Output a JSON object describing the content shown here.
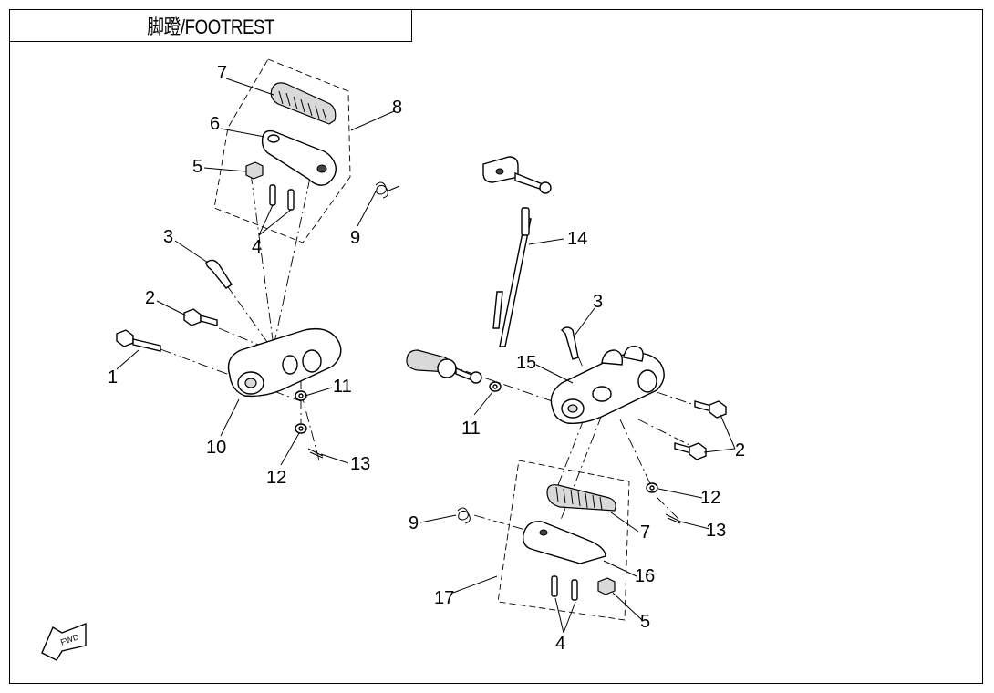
{
  "title": "脚蹬/FOOTREST",
  "fwd_badge": "FWD",
  "callouts": [
    {
      "id": "c7a",
      "label": "7"
    },
    {
      "id": "c6",
      "label": "6"
    },
    {
      "id": "c5a",
      "label": "5"
    },
    {
      "id": "c8",
      "label": "8"
    },
    {
      "id": "c9a",
      "label": "9"
    },
    {
      "id": "c4a",
      "label": "4"
    },
    {
      "id": "c3a",
      "label": "3"
    },
    {
      "id": "c2a",
      "label": "2"
    },
    {
      "id": "c1",
      "label": "1"
    },
    {
      "id": "c11a",
      "label": "11"
    },
    {
      "id": "c10",
      "label": "10"
    },
    {
      "id": "c12a",
      "label": "12"
    },
    {
      "id": "c13a",
      "label": "13"
    },
    {
      "id": "c14",
      "label": "14"
    },
    {
      "id": "c3b",
      "label": "3"
    },
    {
      "id": "c15",
      "label": "15"
    },
    {
      "id": "c11b",
      "label": "11"
    },
    {
      "id": "c2b",
      "label": "2"
    },
    {
      "id": "c12b",
      "label": "12"
    },
    {
      "id": "c13b",
      "label": "13"
    },
    {
      "id": "c9b",
      "label": "9"
    },
    {
      "id": "c7b",
      "label": "7"
    },
    {
      "id": "c16",
      "label": "16"
    },
    {
      "id": "c17",
      "label": "17"
    },
    {
      "id": "c5b",
      "label": "5"
    },
    {
      "id": "c4b",
      "label": "4"
    }
  ]
}
